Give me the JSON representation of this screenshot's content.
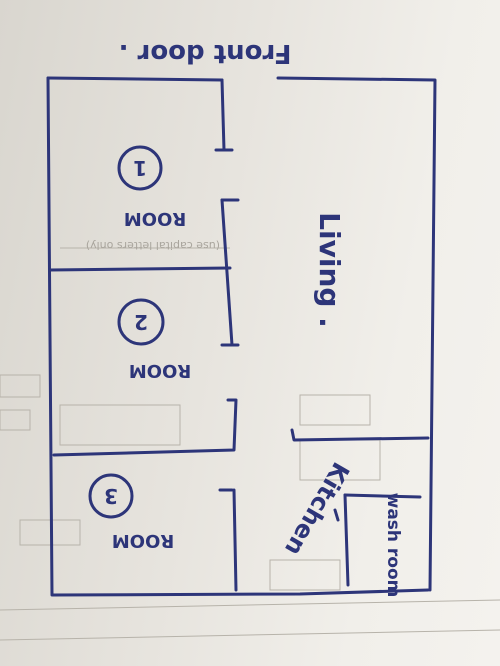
{
  "front_door_label": "Front door .",
  "rooms": [
    {
      "label": "ROOM",
      "number": "1"
    },
    {
      "label": "ROOM",
      "number": "2"
    },
    {
      "label": "ROOM",
      "number": "3"
    }
  ],
  "living_label": "Living .",
  "kitchen_label": "Kitchen",
  "wash_room_label": "wash room",
  "ink_color": "#2d3579"
}
